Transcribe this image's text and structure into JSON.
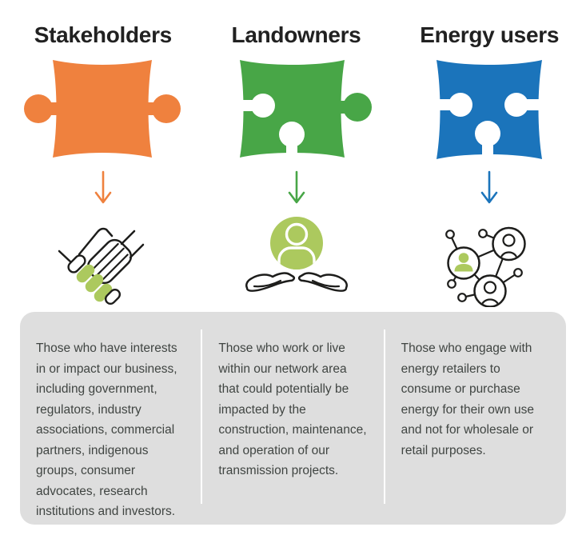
{
  "colors": {
    "orange": "#EF813E",
    "green": "#48A647",
    "blue": "#1B74BB",
    "lightgreen": "#ACC95E",
    "panel": "#DEDEDE",
    "text": "#404542",
    "title": "#212121",
    "line": "#1D1D1B"
  },
  "columns": [
    {
      "title": "Stakeholders",
      "accent": "orange",
      "puzzle_icon": "puzzle-piece-tabs-left-right",
      "arrow_icon": "down-arrow",
      "figure_icon": "handshake-icon",
      "description": "Those who have interests in or impact our business, including government, regulators, industry associations, commercial partners, indigenous groups, consumer advocates, research institutions and investors."
    },
    {
      "title": "Landowners",
      "accent": "green",
      "puzzle_icon": "puzzle-piece-socket-left-tab-right-socket-bottom",
      "arrow_icon": "down-arrow",
      "figure_icon": "person-in-open-hands-icon",
      "description": "Those who work or live within our network area that could potentially be impacted by the construction, maintenance, and operation of our transmission projects."
    },
    {
      "title": "Energy users",
      "accent": "blue",
      "puzzle_icon": "puzzle-piece-sockets-left-right-bottom",
      "arrow_icon": "down-arrow",
      "figure_icon": "connected-people-network-icon",
      "description": "Those who engage with energy retailers to consume or purchase energy for their own use and not for wholesale or retail purposes."
    }
  ]
}
